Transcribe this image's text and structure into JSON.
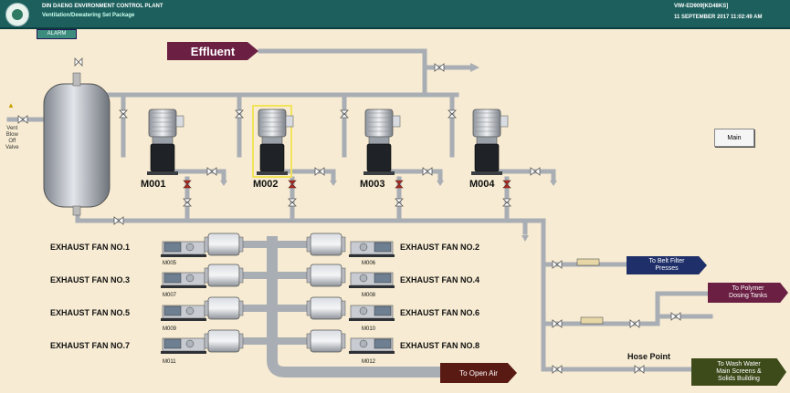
{
  "header": {
    "plant_title": "DIN DAENG ENVIRONMENT CONTROL PLANT",
    "subtitle": "Ventilation/Dewatering Set Package",
    "station_id": "VIW-ED909[KD48KS]",
    "datetime": "11 SEPTEMBER 2017 11:02:49 AM"
  },
  "alarm_button": "ALARM",
  "effluent_label": "Effluent",
  "main_button": "Main",
  "vent_valve_label": [
    "Vent",
    "Blow",
    "Off",
    "Valve"
  ],
  "pumps": [
    {
      "label": "M001",
      "selected": false
    },
    {
      "label": "M002",
      "selected": true
    },
    {
      "label": "M003",
      "selected": false
    },
    {
      "label": "M004",
      "selected": false
    }
  ],
  "exhaust_fans": [
    {
      "label": "EXHAUST FAN NO.1",
      "motor": "M005"
    },
    {
      "label": "EXHAUST FAN NO.2",
      "motor": "M006"
    },
    {
      "label": "EXHAUST FAN NO.3",
      "motor": "M007"
    },
    {
      "label": "EXHAUST FAN NO.4",
      "motor": "M008"
    },
    {
      "label": "EXHAUST FAN NO.5",
      "motor": "M009"
    },
    {
      "label": "EXHAUST FAN NO.6",
      "motor": "M010"
    },
    {
      "label": "EXHAUST FAN NO.7",
      "motor": "M011"
    },
    {
      "label": "EXHAUST FAN NO.8",
      "motor": "M012"
    }
  ],
  "destinations": {
    "belt_filter": [
      "To Belt Filter",
      "Presses"
    ],
    "polymer": [
      "To Polymer",
      "Dosing Tanks"
    ],
    "wash_water": [
      "To Wash Water",
      "Main Screens &",
      "Solids Building"
    ],
    "open_air": "To Open Air"
  },
  "hose_point": "Hose Point",
  "colors": {
    "background": "#f7ecd3",
    "header": "#1c5f5d",
    "pipe": "#b9bcc2",
    "effluent_banner": "#6a1f43",
    "belt_filter_banner": "#1e2f6a",
    "polymer_banner": "#6a1f43",
    "wash_water_banner": "#3d4a1a",
    "open_air_banner": "#5a1a14",
    "selected_highlight": "#f2e35a"
  }
}
